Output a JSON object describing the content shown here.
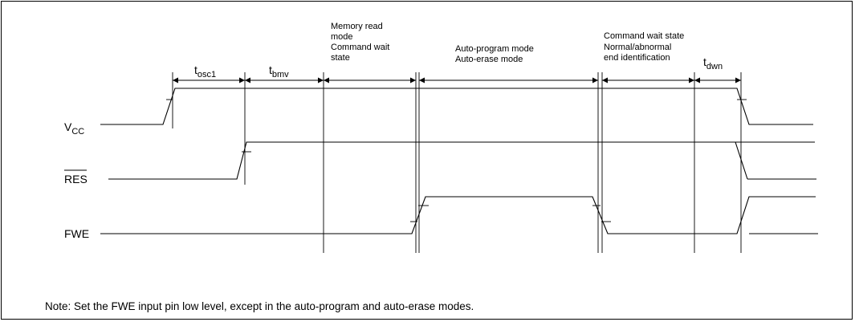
{
  "signals": {
    "vcc": {
      "main": "V",
      "sub": "CC"
    },
    "res": "RES",
    "fwe": "FWE"
  },
  "phases": {
    "tosc1": {
      "main": "t",
      "sub": "osc1"
    },
    "tbmv": {
      "main": "t",
      "sub": "bmv"
    },
    "tdwn": {
      "main": "t",
      "sub": "dwn"
    },
    "memory_read": [
      "Memory read",
      "mode",
      "Command wait",
      "state"
    ],
    "auto_mode": [
      "Auto-program mode",
      "Auto-erase mode"
    ],
    "command_wait": [
      "Command wait state",
      "Normal/abnormal",
      "end identification"
    ]
  },
  "note": "Note: Set the FWE input pin low level, except in the auto-program and auto-erase modes."
}
